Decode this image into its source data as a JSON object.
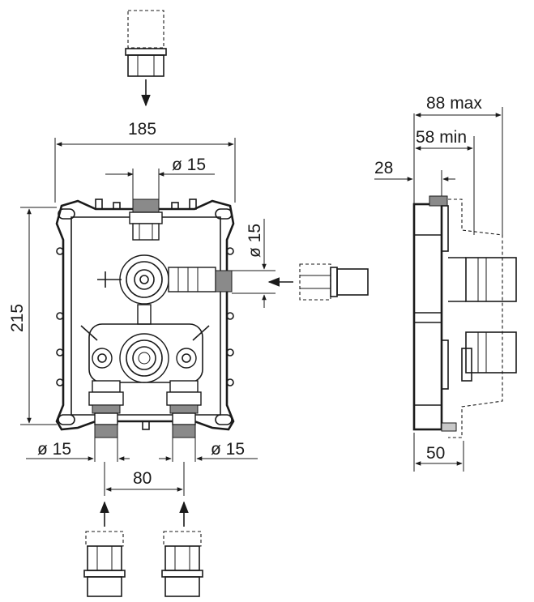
{
  "front_view": {
    "width_label": "185",
    "height_label": "215",
    "top_inlet_diameter": "ø 15",
    "side_inlet_diameter": "ø 15",
    "bottom_left_diameter": "ø 15",
    "bottom_right_diameter": "ø 15",
    "bottom_spacing_label": "80"
  },
  "side_view": {
    "max_depth_label": "88 max",
    "min_depth_label": "58 min",
    "offset_label": "28",
    "body_depth_label": "50"
  }
}
